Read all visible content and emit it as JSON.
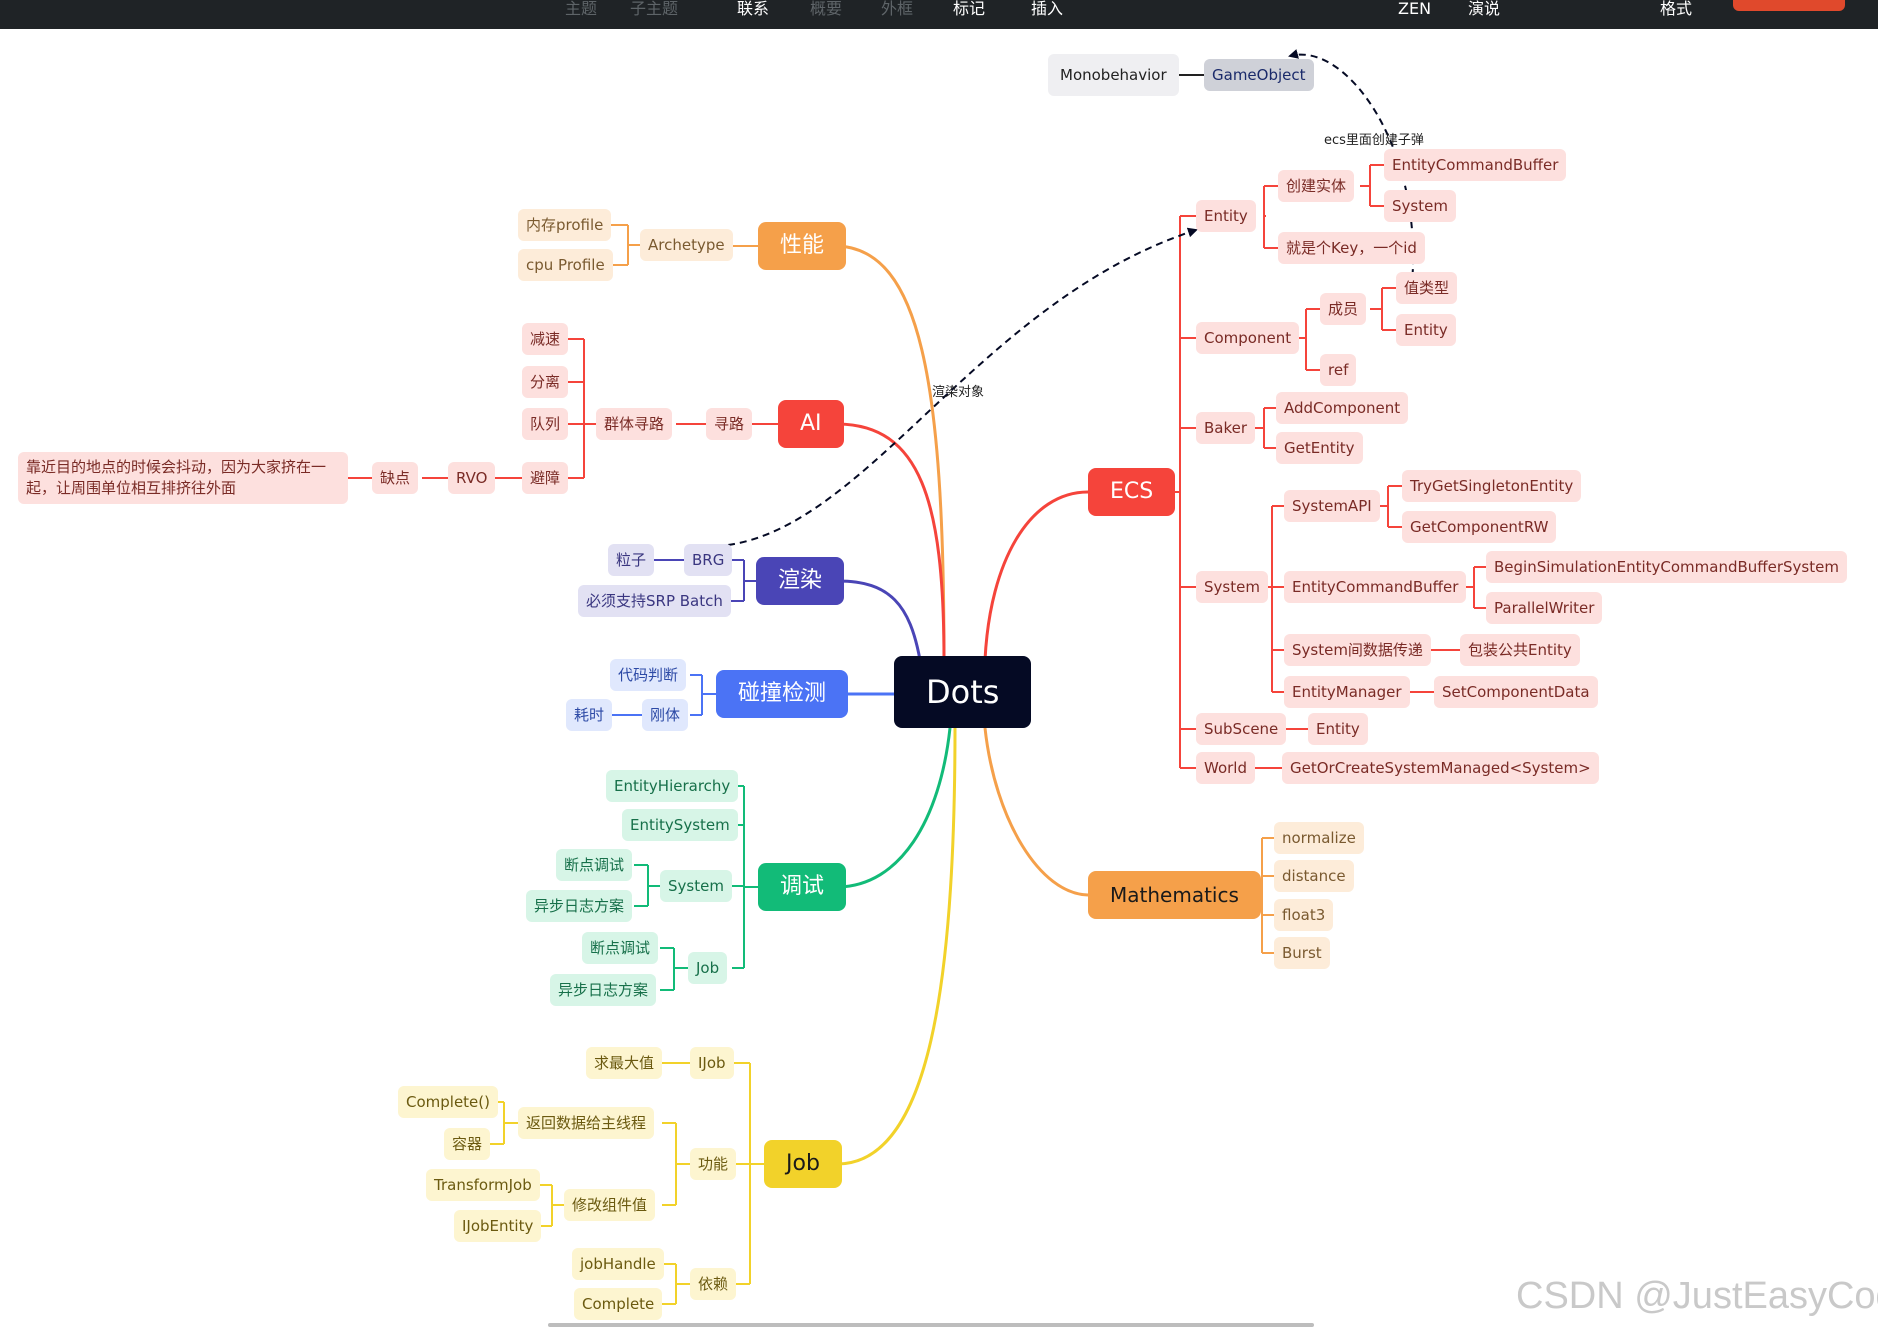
{
  "toolbar": {
    "items": [
      "主题",
      "子主题",
      "联系",
      "概要",
      "外框",
      "标记",
      "插入",
      "ZEN",
      "演说",
      "格式"
    ]
  },
  "mindmap": {
    "root": "Dots",
    "branches": {
      "perf": {
        "label": "性能",
        "color": "#f5a04a",
        "archetype": "Archetype",
        "mem_profile": "内存profile",
        "cpu_profile": "cpu Profile"
      },
      "ai": {
        "label": "AI",
        "color": "#f5443b",
        "pathfinding": "寻路",
        "flock": "群体寻路",
        "slow": "减速",
        "separate": "分离",
        "queue": "队列",
        "avoid": "避障",
        "rvo": "RVO",
        "flaw": "缺点",
        "flaw_desc": "靠近目的地点的时候会抖动，因为大家挤在一起，让周围单位相互排挤往外面"
      },
      "render": {
        "label": "渲染",
        "color": "#4a45b6",
        "brg": "BRG",
        "particle": "粒子",
        "srp": "必须支持SRP Batch"
      },
      "collision": {
        "label": "碰撞检测",
        "color": "#4b73f5",
        "code_check": "代码判断",
        "rigid": "刚体",
        "slow": "耗时"
      },
      "debug": {
        "label": "调试",
        "color": "#12bb78",
        "hierarchy": "EntityHierarchy",
        "entity_system": "EntitySystem",
        "system": "System",
        "sys_break": "断点调试",
        "sys_log": "异步日志方案",
        "job": "Job",
        "job_break": "断点调试",
        "job_log": "异步日志方案"
      },
      "job": {
        "label": "Job",
        "color": "#f2d22a",
        "ijob": "IJob",
        "max": "求最大值",
        "func": "功能",
        "return": "返回数据给主线程",
        "complete_fn": "Complete()",
        "container": "容器",
        "modify": "修改组件值",
        "transform_job": "TransformJob",
        "ijobentity": "IJobEntity",
        "dep": "依赖",
        "job_handle": "jobHandle",
        "complete": "Complete"
      },
      "ecs": {
        "label": "ECS",
        "color": "#f5443b",
        "entity": "Entity",
        "create_entity": "创建实体",
        "ecb": "EntityCommandBuffer",
        "system_a": "System",
        "key": "就是个Key，一个id",
        "component": "Component",
        "member": "成员",
        "value_type": "值类型",
        "entity_member": "Entity",
        "ref": "ref",
        "baker": "Baker",
        "add_component": "AddComponent",
        "get_entity": "GetEntity",
        "system": "System",
        "system_api": "SystemAPI",
        "try_singleton": "TryGetSingletonEntity",
        "get_component_rw": "GetComponentRW",
        "sys_ecb": "EntityCommandBuffer",
        "begin_sim": "BeginSimulationEntityCommandBufferSystem",
        "parallel_writer": "ParallelWriter",
        "sys_data": "System间数据传递",
        "wrap_entity": "包装公共Entity",
        "entity_manager": "EntityManager",
        "set_component_data": "SetComponentData",
        "subscene": "SubScene",
        "subscene_entity": "Entity",
        "world": "World",
        "get_or_create": "GetOrCreateSystemManaged<System>"
      },
      "math": {
        "label": "Mathematics",
        "color": "#f5a04a",
        "normalize": "normalize",
        "distance": "distance",
        "float3": "float3",
        "burst": "Burst"
      }
    },
    "floating": {
      "mono": "Monobehavior",
      "gameobject": "GameObject"
    },
    "relations": {
      "render_target": "渲染对象",
      "ecs_bullet": "ecs里面创建子弹"
    }
  },
  "watermark": "CSDN @JustEasyCode"
}
